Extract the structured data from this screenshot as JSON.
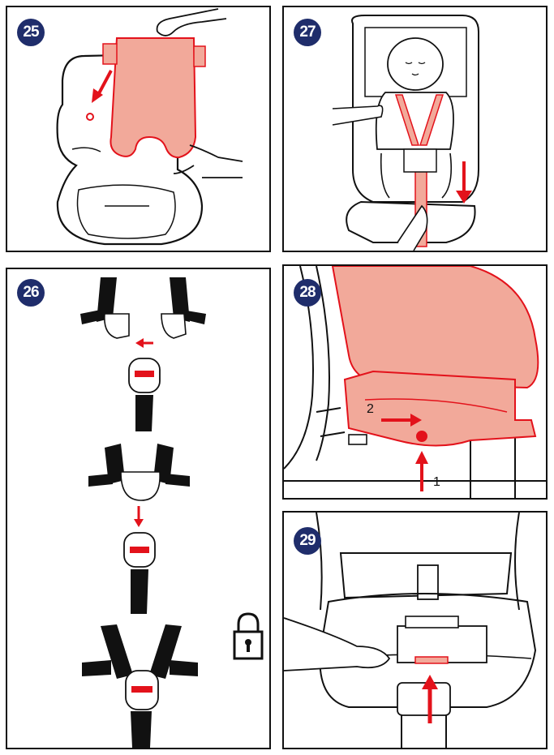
{
  "steps": [
    {
      "number": "25"
    },
    {
      "number": "27"
    },
    {
      "number": "26"
    },
    {
      "number": "28",
      "arrow_labels": [
        "2",
        "1"
      ]
    },
    {
      "number": "29"
    }
  ],
  "colors": {
    "cover_fill": "#f2a99a",
    "accent_red": "#e3121b",
    "badge": "#1f2d6b",
    "line": "#111111"
  },
  "icons": [
    "lock-icon"
  ]
}
